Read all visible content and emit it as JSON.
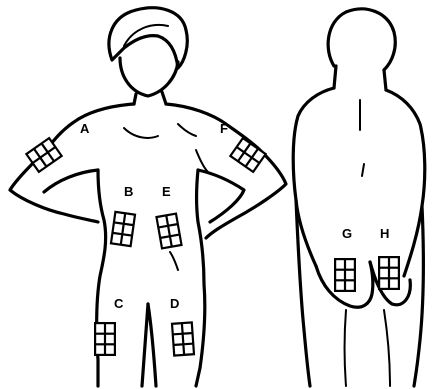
{
  "sites": {
    "a": {
      "label": "A",
      "region": "upper-arm-right"
    },
    "b": {
      "label": "B",
      "region": "abdomen-right"
    },
    "c": {
      "label": "C",
      "region": "thigh-right"
    },
    "d": {
      "label": "D",
      "region": "thigh-left"
    },
    "e": {
      "label": "E",
      "region": "abdomen-left"
    },
    "f": {
      "label": "F",
      "region": "upper-arm-left"
    },
    "g": {
      "label": "G",
      "region": "buttock-left"
    },
    "h": {
      "label": "H",
      "region": "buttock-right"
    }
  },
  "grid": {
    "rows": 3,
    "cols": 2
  },
  "colors": {
    "ink": "#000000",
    "paper": "#ffffff"
  }
}
